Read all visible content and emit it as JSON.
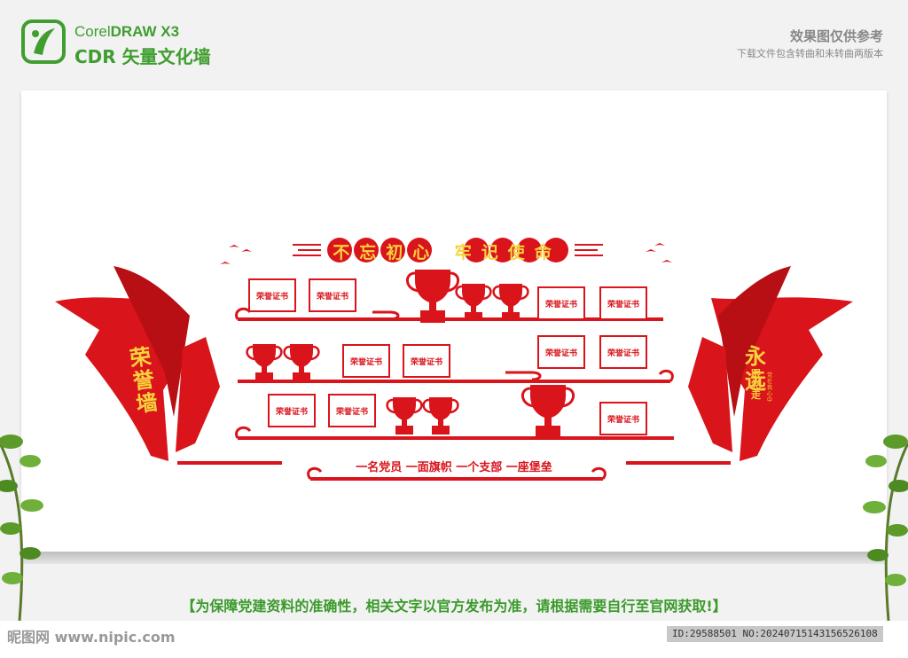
{
  "header": {
    "brand_line1_a": "Corel",
    "brand_line1_b": "DRAW X3",
    "brand_line2": "CDR 矢量文化墙",
    "note_line1": "效果图仅供参考",
    "note_line2": "下载文件包含转曲和未转曲两版本"
  },
  "wall": {
    "headline": "不忘初心 牢记使命",
    "left_flag_text": "荣誉墙",
    "right_flag_big": "永远",
    "right_flag_mid": "跟党走",
    "right_flag_small": "党在我心中",
    "slogan": "一名党员 一面旗帜 一个支部 一座堡垒",
    "certificate_label": "荣誉证书"
  },
  "colors": {
    "accent": "#d9141b",
    "gold": "#f7d23c",
    "green": "#3f9e2f"
  },
  "footer": {
    "notice": "【为保障党建资料的准确性，相关文字以官方发布为准，请根据需要自行至官网获取!】",
    "watermark": "昵图网 www.nipic.com",
    "image_id": "ID:29588501 NO:20240715143156526108"
  }
}
